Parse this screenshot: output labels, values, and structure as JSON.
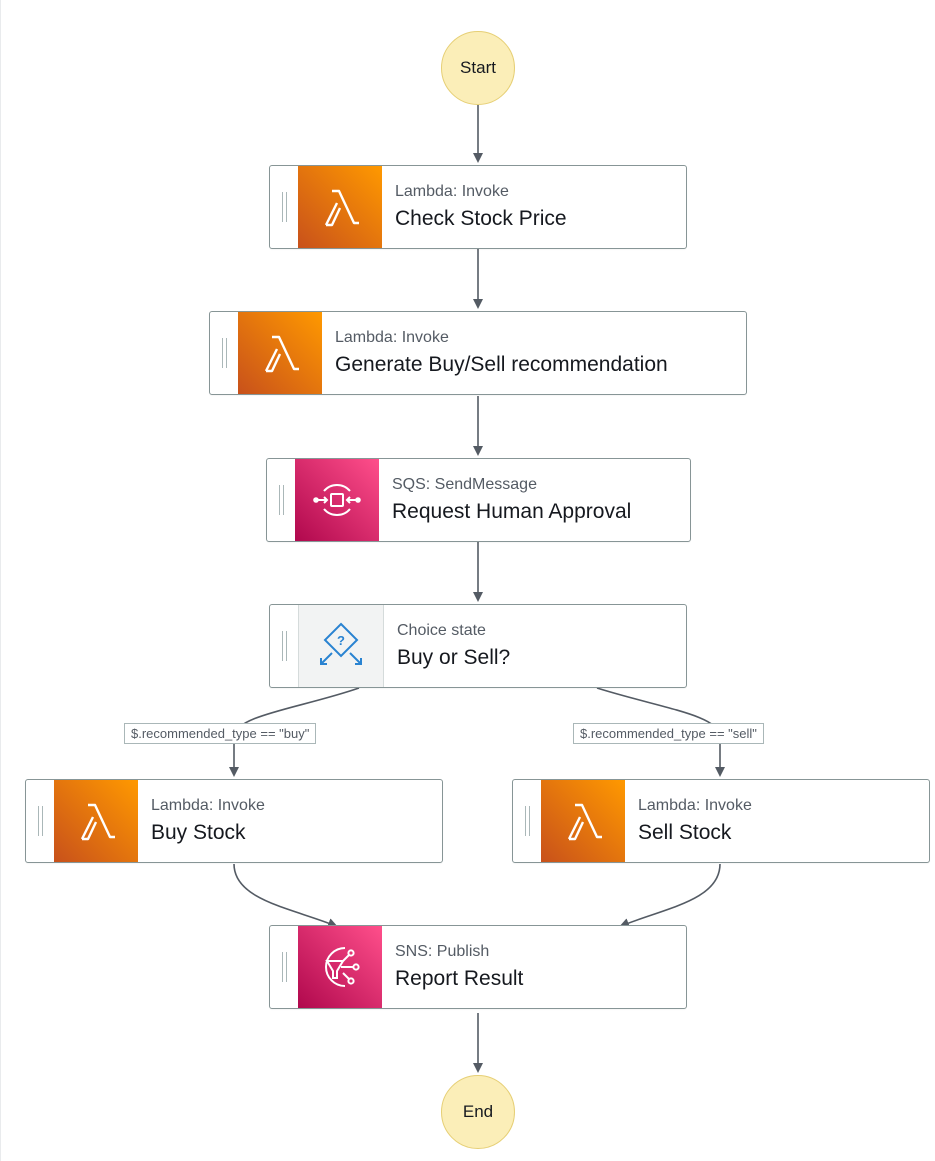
{
  "workflow": {
    "start_label": "Start",
    "end_label": "End",
    "colors": {
      "lambda": "#ff9900",
      "messaging": "#ff4f8b",
      "terminal": "#fbeeb8",
      "edge": "#545b64"
    },
    "states": {
      "check_stock_price": {
        "type": "Lambda: Invoke",
        "name": "Check Stock Price",
        "icon": "lambda-icon"
      },
      "generate_rec": {
        "type": "Lambda: Invoke",
        "name": "Generate Buy/Sell recommendation",
        "icon": "lambda-icon"
      },
      "request_approval": {
        "type": "SQS: SendMessage",
        "name": "Request Human Approval",
        "icon": "sqs-icon"
      },
      "buy_or_sell": {
        "type": "Choice state",
        "name": "Buy or Sell?",
        "icon": "choice-icon"
      },
      "buy_stock": {
        "type": "Lambda: Invoke",
        "name": "Buy Stock",
        "icon": "lambda-icon"
      },
      "sell_stock": {
        "type": "Lambda: Invoke",
        "name": "Sell Stock",
        "icon": "lambda-icon"
      },
      "report_result": {
        "type": "SNS: Publish",
        "name": "Report Result",
        "icon": "sns-icon"
      }
    },
    "edges": {
      "buy_condition": "$.recommended_type == \"buy\"",
      "sell_condition": "$.recommended_type == \"sell\""
    }
  }
}
